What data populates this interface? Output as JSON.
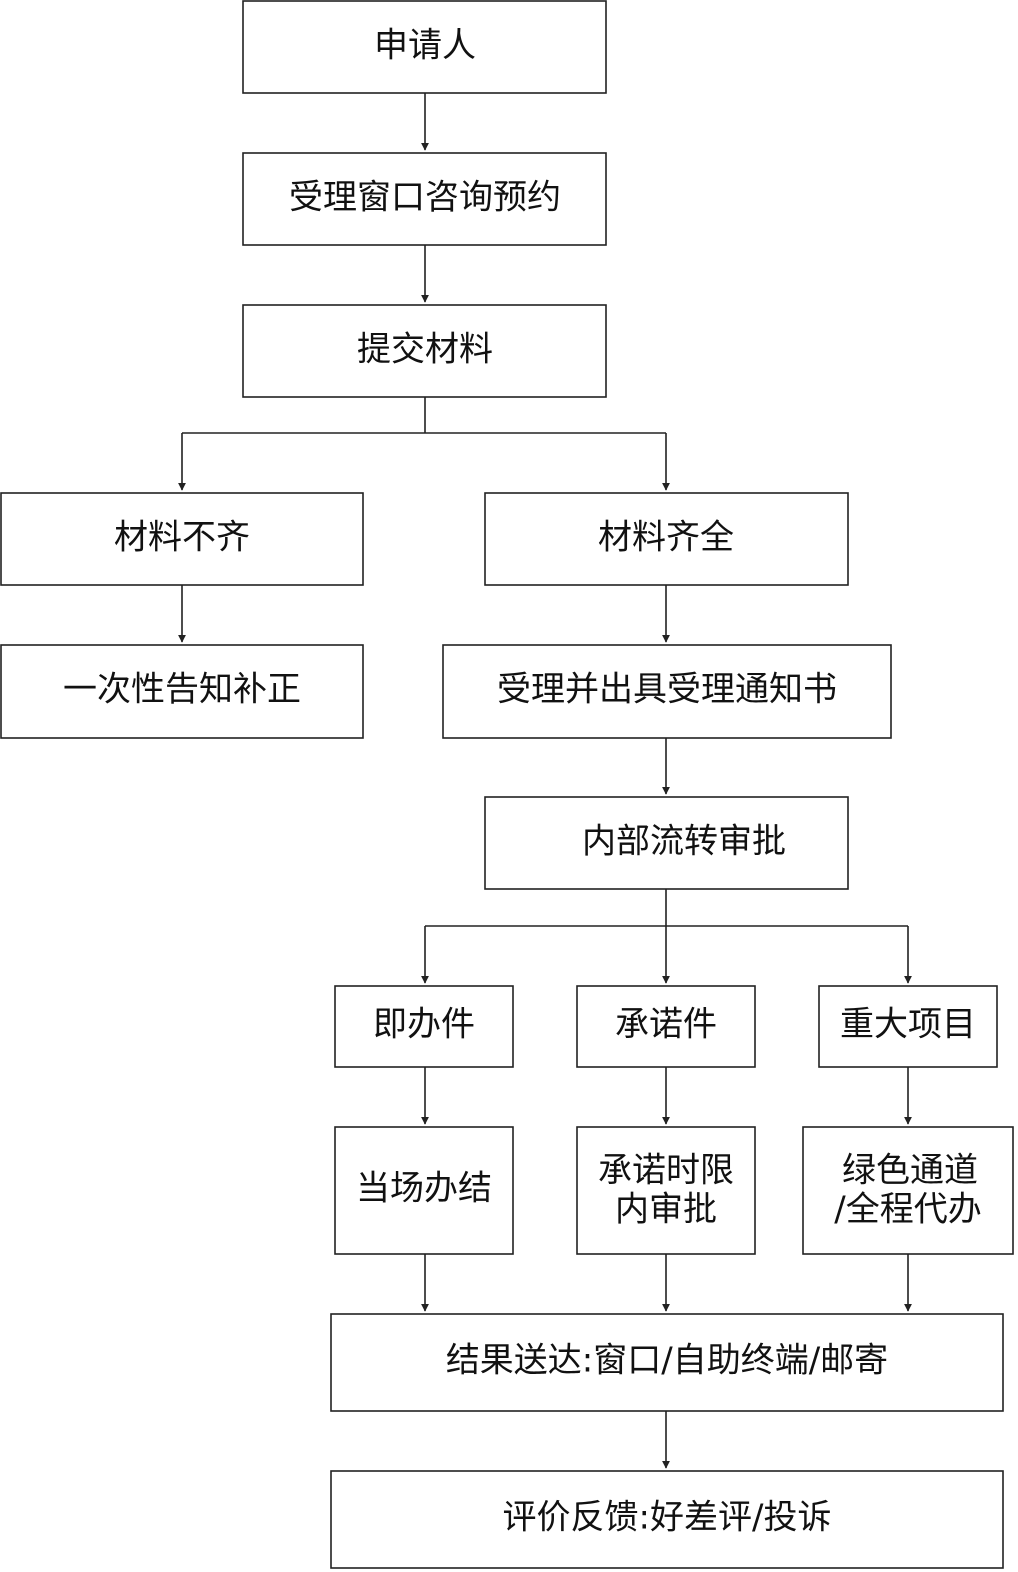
{
  "nodes": {
    "applicant": "申请人",
    "consult": "受理窗口咨询预约",
    "submit": "提交材料",
    "incomplete": "材料不齐",
    "complete": "材料齐全",
    "one_time_notice": "一次性告知补正",
    "accept_notice": "受理并出具受理通知书",
    "internal_review": "内部流转审批",
    "instant_item": "即办件",
    "promise_item": "承诺件",
    "major_project": "重大项目",
    "on_site": "当场办结",
    "promise_limit": [
      "承诺时限",
      "内审批"
    ],
    "green_channel": [
      "绿色通道",
      "/全程代办"
    ],
    "delivery": "结果送达:窗口/自助终端/邮寄",
    "feedback": "评价反馈:好差评/投诉"
  },
  "colors": {
    "line": "#222222",
    "box_fill": "#ffffff",
    "text": "#111111"
  }
}
